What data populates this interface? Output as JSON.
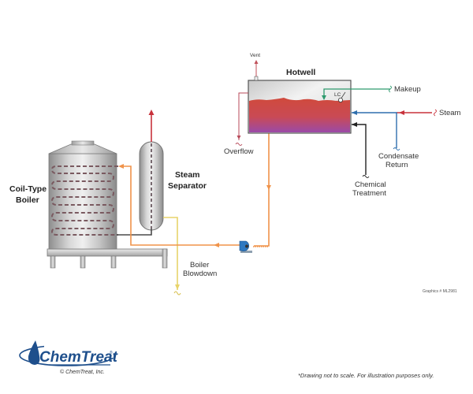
{
  "title": "Coil-Type Boiler System with Hotwell",
  "components": {
    "boiler": "Coil-Type\nBoiler",
    "boiler_line1": "Coil-Type",
    "boiler_line2": "Boiler",
    "separator_line1": "Steam",
    "separator_line2": "Separator",
    "hotwell": "Hotwell",
    "level_control": "LC"
  },
  "streams": {
    "vent": "Vent",
    "makeup": "Makeup",
    "steam": "Steam",
    "overflow": "Overflow",
    "condensate_line1": "Condensate",
    "condensate_line2": "Return",
    "chemical_line1": "Chemical",
    "chemical_line2": "Treatment",
    "blowdown_line1": "Boiler",
    "blowdown_line2": "Blowdown"
  },
  "colors": {
    "steam": "#c8323c",
    "makeup": "#2e9a6e",
    "condensate": "#2f6fad",
    "chemical": "#222222",
    "feedwater": "#f0934a",
    "blowdown": "#e8d46a",
    "overflow": "#b84a5a",
    "brand": "#1e4f8c"
  },
  "graphics_id": "Graphics # ML2981",
  "footer": {
    "brand": "ChemTreat",
    "trademark": "®",
    "copyright": "© ChemTreat, Inc.",
    "disclaimer": "*Drawing not to scale. For illustration purposes only."
  }
}
